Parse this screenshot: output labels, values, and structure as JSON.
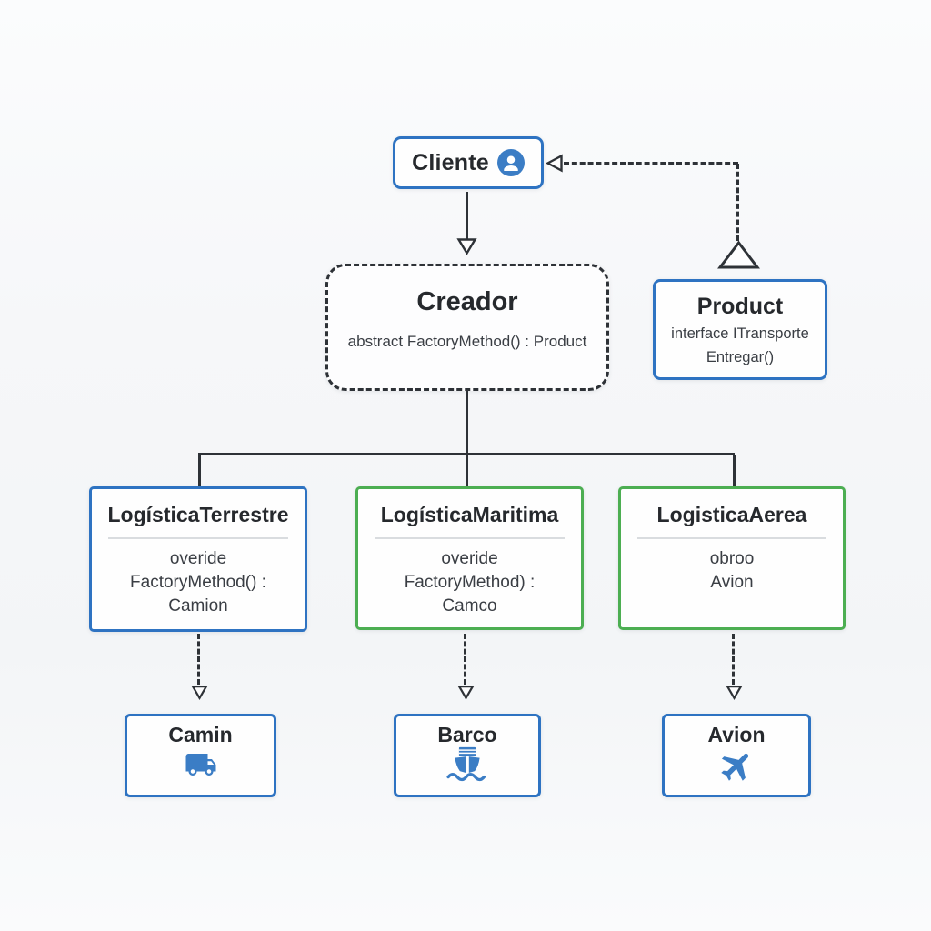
{
  "palette": {
    "blue": "#2e73c2",
    "green": "#4cae52",
    "icon_blue": "#3b7dc5",
    "line": "#2e3237",
    "background": "#f6f7f9"
  },
  "nodes": {
    "cliente": {
      "title": "Cliente",
      "icon": "person-icon"
    },
    "creador": {
      "title": "Creador",
      "body": "abstract FactoryMethod() : Product"
    },
    "product": {
      "title": "Product",
      "lines": [
        "interface ITransporte",
        "Entregar()"
      ]
    },
    "creators": [
      {
        "title": "LogísticaTerrestre",
        "lines": [
          "overide",
          "FactoryMethod() :",
          "Camion"
        ]
      },
      {
        "title": "LogísticaMaritima",
        "lines": [
          "overide",
          "FactoryMethod) :",
          "Camco"
        ]
      },
      {
        "title": "LogisticaAerea",
        "lines": [
          "obroo",
          "Avion"
        ]
      }
    ],
    "products": [
      {
        "title": "Camin",
        "icon": "truck-icon"
      },
      {
        "title": "Barco",
        "icon": "ship-icon"
      },
      {
        "title": "Avion",
        "icon": "plane-icon"
      }
    ]
  }
}
